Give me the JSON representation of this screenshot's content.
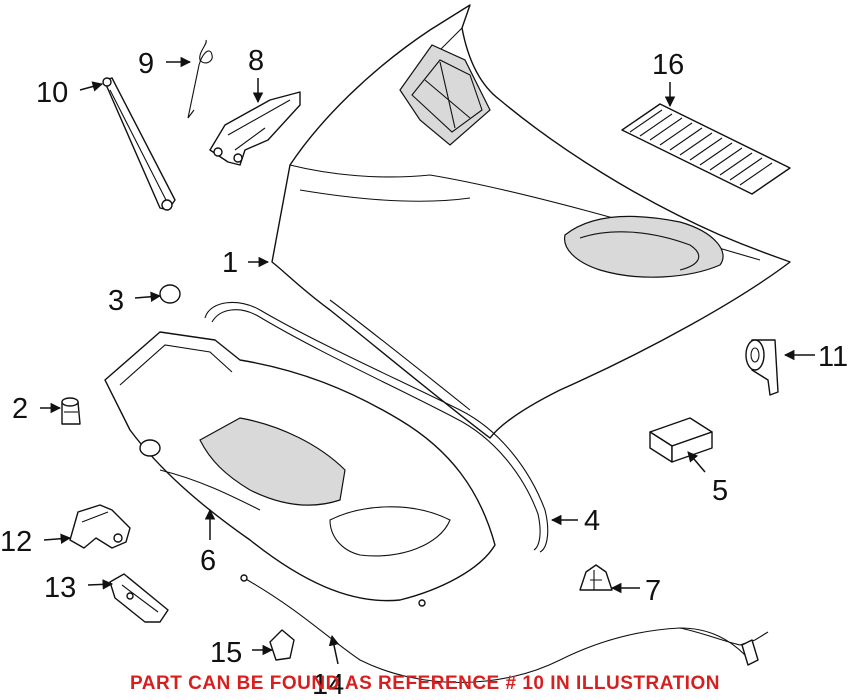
{
  "callouts": {
    "c1": "1",
    "c2": "2",
    "c3": "3",
    "c4": "4",
    "c5": "5",
    "c6": "6",
    "c7": "7",
    "c8": "8",
    "c9": "9",
    "c10": "10",
    "c11": "11",
    "c12": "12",
    "c13": "13",
    "c14": "14",
    "c15": "15",
    "c16": "16"
  },
  "note": "PART CAN BE FOUND AS REFERENCE # 10 IN ILLUSTRATION",
  "colors": {
    "note": "#d62020",
    "lines": "#111111",
    "background": "#ffffff"
  }
}
